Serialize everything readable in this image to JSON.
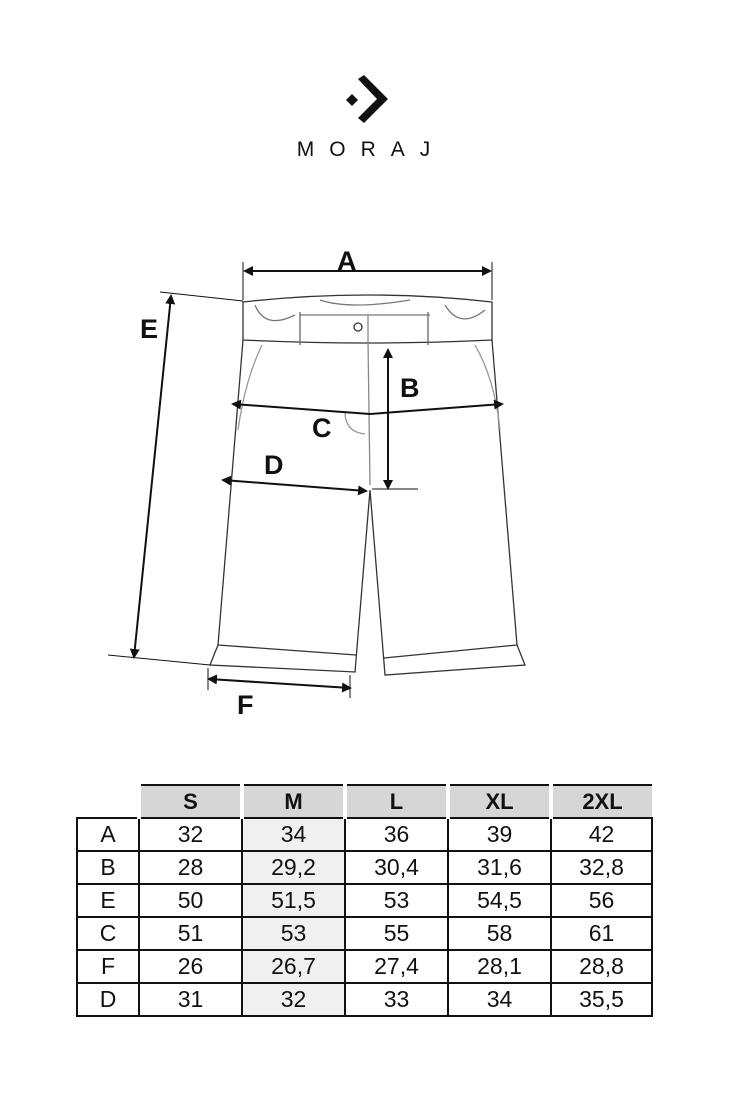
{
  "brand": {
    "name": "MORAJ",
    "logo_icon": "diamond-chevron-logo"
  },
  "diagram": {
    "labels": {
      "A": "A",
      "B": "B",
      "C": "C",
      "D": "D",
      "E": "E",
      "F": "F"
    }
  },
  "size_table": {
    "columns": [
      "S",
      "M",
      "L",
      "XL",
      "2XL"
    ],
    "rows": [
      {
        "label": "A",
        "values": [
          "32",
          "34",
          "36",
          "39",
          "42"
        ]
      },
      {
        "label": "B",
        "values": [
          "28",
          "29,2",
          "30,4",
          "31,6",
          "32,8"
        ]
      },
      {
        "label": "E",
        "values": [
          "50",
          "51,5",
          "53",
          "54,5",
          "56"
        ]
      },
      {
        "label": "C",
        "values": [
          "51",
          "53",
          "55",
          "58",
          "61"
        ]
      },
      {
        "label": "F",
        "values": [
          "26",
          "26,7",
          "27,4",
          "28,1",
          "28,8"
        ]
      },
      {
        "label": "D",
        "values": [
          "31",
          "32",
          "33",
          "34",
          "35,5"
        ]
      }
    ],
    "highlight_column": "M"
  }
}
